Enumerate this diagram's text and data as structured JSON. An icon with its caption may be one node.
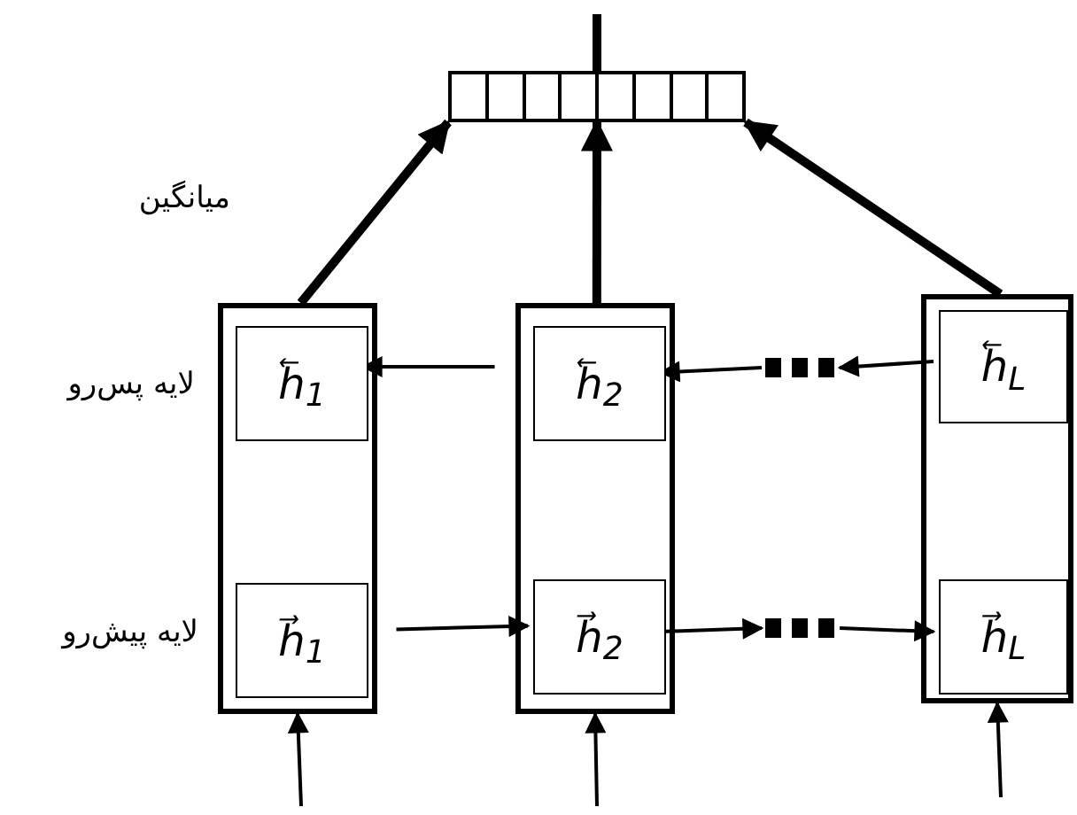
{
  "diagram": {
    "nodes": [
      {
        "text": [],
        "shape": "bar"
      },
      {
        "text": [],
        "shape": "box"
      },
      {
        "text": [
          "h⃖$_{1}$"
        ],
        "in": 1
      },
      {
        "text": [
          "h⃗$_{1}$"
        ],
        "in": 1
      },
      {
        "text": [],
        "shape": "box"
      },
      {
        "text": [
          "h⃖$_{2}$"
        ],
        "in": 4
      },
      {
        "text": [
          "h⃗$_{2}$"
        ],
        "in": 4
      },
      {
        "text": [],
        "shape": "box"
      },
      {
        "text": [
          "h⃖$_{L}$"
        ],
        "in": 7
      },
      {
        "text": [
          "h⃗$_{L}$"
        ],
        "in": 7
      },
      {
        "text": [],
        "shape": "dots"
      },
      {
        "text": [],
        "shape": "dots"
      }
    ],
    "edges": [
      {
        "from": 0,
        "to": null,
        "arrow": "none",
        "style": "thick"
      },
      {
        "from": 1,
        "to": 0,
        "arrow": "to",
        "style": "thick"
      },
      {
        "from": 4,
        "to": 0,
        "arrow": "to",
        "style": "thick"
      },
      {
        "from": 7,
        "to": 0,
        "arrow": "to",
        "style": "thick"
      },
      {
        "from": 5,
        "to": 2,
        "arrow": "to"
      },
      {
        "from": 10,
        "to": 5,
        "arrow": "to"
      },
      {
        "from": 8,
        "to": 10,
        "arrow": "to"
      },
      {
        "from": 3,
        "to": 6,
        "arrow": "to"
      },
      {
        "from": 6,
        "to": 11,
        "arrow": "to"
      },
      {
        "from": 11,
        "to": 9,
        "arrow": "to"
      },
      {
        "from": null,
        "to": 1,
        "arrow": "to"
      },
      {
        "from": null,
        "to": 4,
        "arrow": "to"
      },
      {
        "from": null,
        "to": 7,
        "arrow": "to"
      }
    ],
    "labels": [
      "میانگین",
      "لایه پس‌رو",
      "لایه پیش‌رو"
    ]
  }
}
